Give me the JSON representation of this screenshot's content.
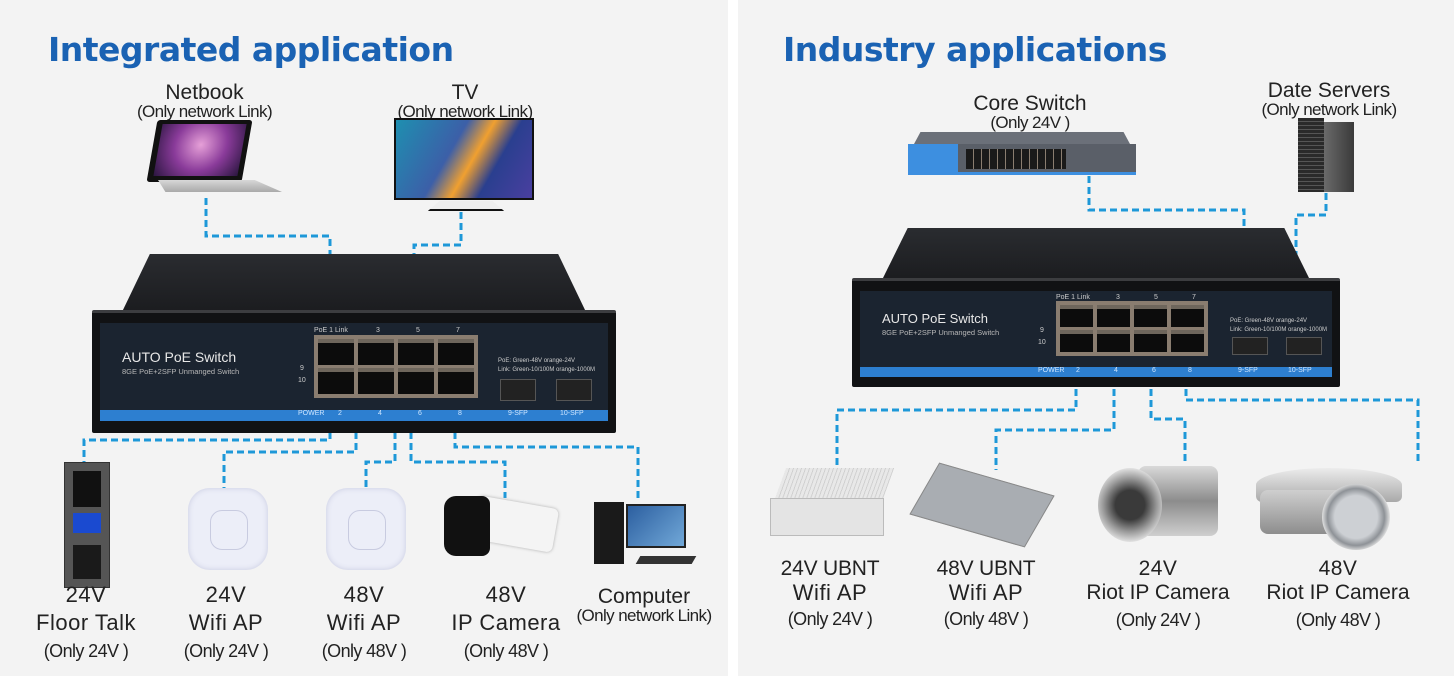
{
  "left": {
    "title": "Integrated application",
    "top_devices": [
      {
        "name": "Netbook",
        "note": "(Only network Link)"
      },
      {
        "name": "TV",
        "note": "(Only network Link)"
      }
    ],
    "switch": {
      "name": "AUTO PoE Switch",
      "subtitle": "8GE PoE+2SFP  Unmanged Switch",
      "port_header": "PoE  1  Link",
      "top_ports": [
        "3",
        "5",
        "7"
      ],
      "bottom_labels": [
        "POWER",
        "2",
        "4",
        "6",
        "8",
        "9-SFP",
        "10-SFP"
      ],
      "led_labels": [
        "9",
        "10"
      ],
      "legend": [
        "PoE:  Green-48V orange-24V",
        "Link:  Green-10/100M  orange-1000M"
      ]
    },
    "bottom_devices": [
      {
        "voltage": "24V",
        "name": "Floor Talk",
        "note": "(Only 24V )"
      },
      {
        "voltage": "24V",
        "name": "Wifi AP",
        "note": "(Only 24V )"
      },
      {
        "voltage": "48V",
        "name": "Wifi AP",
        "note": "(Only 48V )"
      },
      {
        "voltage": "48V",
        "name": "IP Camera",
        "note": "(Only 48V )"
      },
      {
        "name": "Computer",
        "note": "(Only network Link)"
      }
    ]
  },
  "right": {
    "title": "Industry applications",
    "top_devices": [
      {
        "name": "Core Switch",
        "note": "(Only 24V )"
      },
      {
        "name": "Date Servers",
        "note": "(Only network Link)"
      }
    ],
    "switch": {
      "name": "AUTO PoE Switch",
      "subtitle": "8GE PoE+2SFP  Unmanged Switch",
      "port_header": "PoE  1  Link",
      "top_ports": [
        "3",
        "5",
        "7"
      ],
      "bottom_labels": [
        "POWER",
        "2",
        "4",
        "6",
        "8",
        "9-SFP",
        "10-SFP"
      ],
      "led_labels": [
        "9",
        "10"
      ],
      "legend": [
        "PoE:  Green-48V orange-24V",
        "Link:  Green-10/100M  orange-1000M"
      ]
    },
    "bottom_devices": [
      {
        "voltage": "24V UBNT",
        "name": "Wifi AP",
        "note": "(Only 24V )"
      },
      {
        "voltage": "48V UBNT",
        "name": "Wifi AP",
        "note": "(Only 48V )"
      },
      {
        "voltage": "24V",
        "name": "Riot IP Camera",
        "note": "(Only 24V )"
      },
      {
        "voltage": "48V",
        "name": "Riot IP Camera",
        "note": "(Only 48V )"
      }
    ]
  },
  "colors": {
    "title": "#1a62b3",
    "connector": "#1e98d8",
    "switch_band": "#2d7fd0",
    "panel_bg": "#f3f3f3"
  }
}
